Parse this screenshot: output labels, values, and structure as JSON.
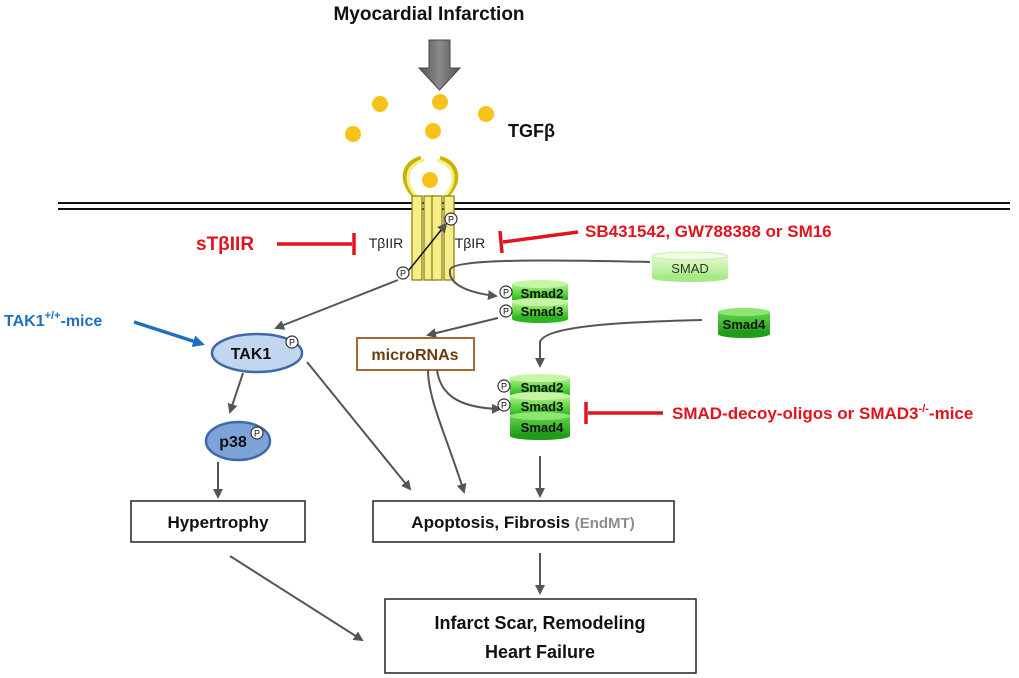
{
  "title": "Myocardial Infarction",
  "ligand": {
    "label": "TGF",
    "symbol": "β"
  },
  "receptors": {
    "type2": "TβIIR",
    "type1": "TβIR"
  },
  "phospho": "P",
  "inhibitors": {
    "soluble_receptor": "sTβIIR",
    "small_molecules": "SB431542, GW788388 or SM16",
    "tak1_mice": {
      "base": "TAK1",
      "sup": "+/+",
      "tail": "-mice"
    },
    "smad_block": {
      "base": "SMAD-decoy-oligos or SMAD3",
      "sup": "-/-",
      "tail": "-mice"
    }
  },
  "nodes": {
    "smad": "SMAD",
    "smad2": "Smad2",
    "smad3": "Smad3",
    "smad4": "Smad4",
    "tak1": "TAK1",
    "p38": "p38",
    "micrornas": "microRNAs"
  },
  "outcomes": {
    "hypertrophy": "Hypertrophy",
    "apoptosis": "Apoptosis,  Fibrosis",
    "endmt": "(EndMT)",
    "scar_line1": "Infarct Scar, Remodeling",
    "scar_line2": "Heart Failure"
  },
  "colors": {
    "inhibitor_red": "#e0141e",
    "mice_blue": "#1f6fc1",
    "receptor_yellow": "#f5ef8a",
    "ligand_yellow": "#f7c31b",
    "smad_green": "#4ccf34",
    "tak1_blue": "#c3d6ef",
    "p38_blue": "#7ea3d8",
    "arrow_gray": "#555555",
    "microrna_border": "#a66a2e",
    "microrna_text": "#6b3d10"
  }
}
